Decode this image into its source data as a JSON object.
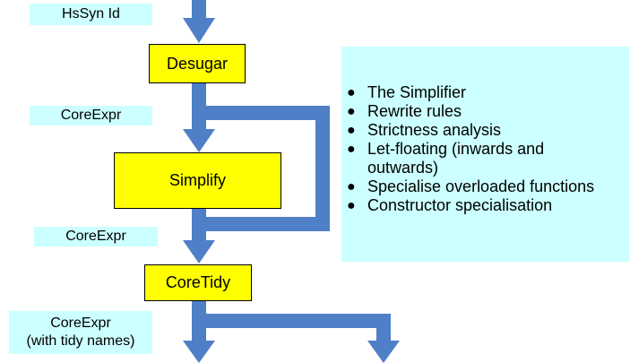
{
  "labels": {
    "hssyn": "HsSyn Id",
    "core1": "CoreExpr",
    "core2": "CoreExpr",
    "core3_line1": "CoreExpr",
    "core3_line2": "(with tidy names)"
  },
  "boxes": {
    "desugar": "Desugar",
    "simplify": "Simplify",
    "coretidy": "CoreTidy"
  },
  "simplifier_passes": [
    "The Simplifier",
    "Rewrite rules",
    "Strictness analysis",
    "Let-floating (inwards and outwards)",
    "Specialise overloaded functions",
    "Constructor specialisation"
  ],
  "colors": {
    "arrow": "#4f7fc7",
    "box": "#ffff00",
    "label_bg": "#ccffff"
  }
}
